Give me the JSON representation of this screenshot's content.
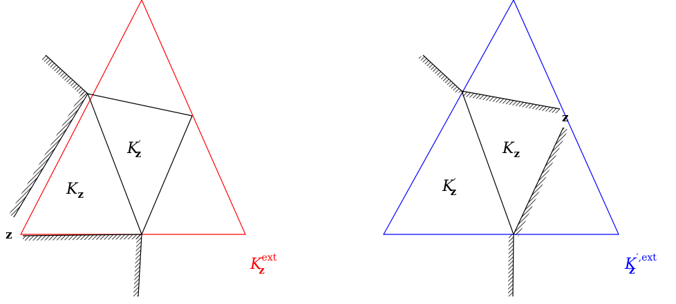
{
  "colors": {
    "left_outline": "#ff0000",
    "right_outline": "#0000ff",
    "interior_edges": "#000000",
    "hatch": "#000000"
  },
  "left_panel": {
    "label_K_main": "K",
    "label_K_main_sub": "z",
    "label_K_prime": "K",
    "label_K_prime_mark": "′",
    "label_K_prime_sub": "z",
    "label_z": "z",
    "label_ext": "K",
    "label_ext_sub": "z",
    "label_ext_sup": "ext"
  },
  "right_panel": {
    "label_K_main": "K",
    "label_K_main_sub": "z",
    "label_K_prime": "K",
    "label_K_prime_mark": "′",
    "label_K_prime_sub": "z",
    "label_z": "z",
    "label_ext": "K",
    "label_ext_sub": "z",
    "label_ext_sup": "′,ext"
  }
}
